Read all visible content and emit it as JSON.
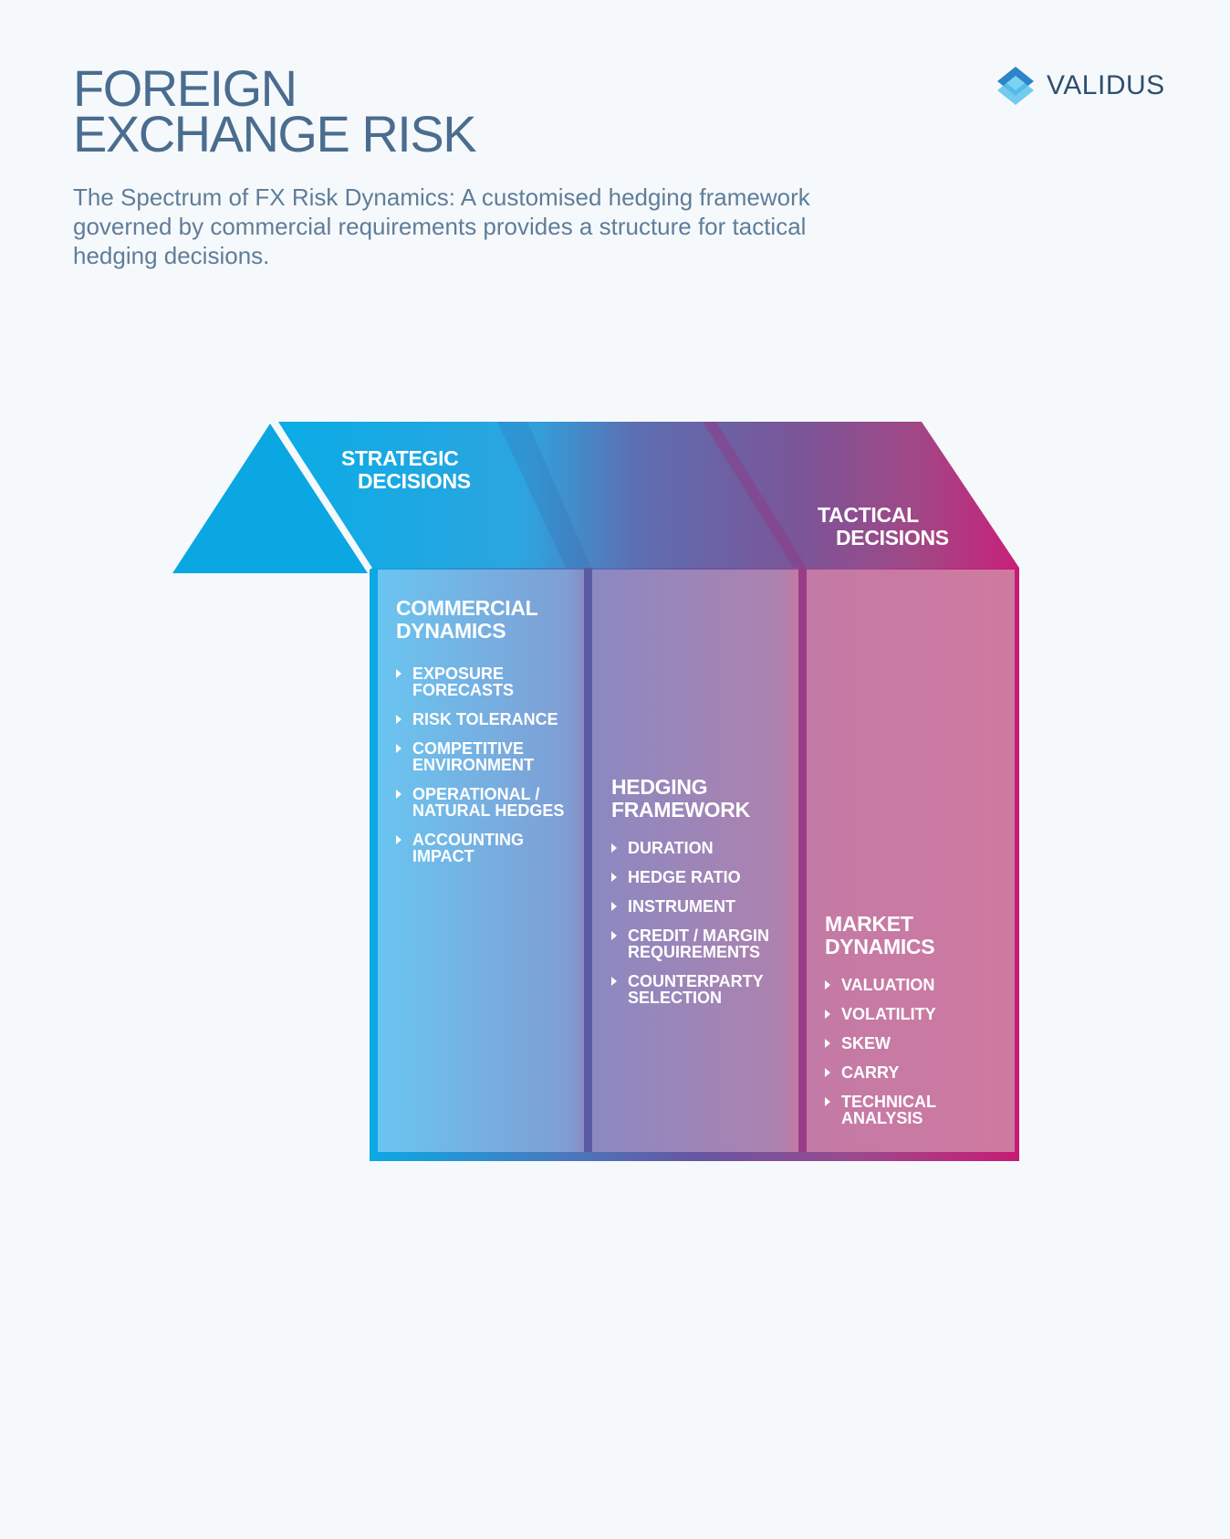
{
  "header": {
    "title_line1": "FOREIGN",
    "title_line2": "EXCHANGE RISK",
    "subtitle": "The Spectrum of FX Risk Dynamics:  A customised hedging framework governed by commercial requirements provides a structure for tactical hedging decisions."
  },
  "logo": {
    "text": "VALIDUS",
    "icon": "validus-diamond-icon"
  },
  "colors": {
    "strategic": "#0aa7e2",
    "middle": "#6b62a8",
    "tactical": "#c81b73"
  },
  "roof": {
    "strategic_line1": "STRATEGIC",
    "strategic_line2": "DECISIONS",
    "tactical_line1": "TACTICAL",
    "tactical_line2": "DECISIONS"
  },
  "columns": [
    {
      "title_line1": "COMMERCIAL",
      "title_line2": "DYNAMICS",
      "items": [
        [
          "EXPOSURE",
          "FORECASTS"
        ],
        [
          "RISK TOLERANCE"
        ],
        [
          "COMPETITIVE",
          "ENVIRONMENT"
        ],
        [
          "OPERATIONAL /",
          "NATURAL HEDGES"
        ],
        [
          "ACCOUNTING",
          "IMPACT"
        ]
      ]
    },
    {
      "title_line1": "HEDGING",
      "title_line2": "FRAMEWORK",
      "items": [
        [
          "DURATION"
        ],
        [
          "HEDGE RATIO"
        ],
        [
          "INSTRUMENT"
        ],
        [
          "CREDIT / MARGIN",
          "REQUIREMENTS"
        ],
        [
          "COUNTERPARTY",
          "SELECTION"
        ]
      ]
    },
    {
      "title_line1": "MARKET",
      "title_line2": "DYNAMICS",
      "items": [
        [
          "VALUATION"
        ],
        [
          "VOLATILITY"
        ],
        [
          "SKEW"
        ],
        [
          "CARRY"
        ],
        [
          "TECHNICAL",
          "ANALYSIS"
        ]
      ]
    }
  ]
}
